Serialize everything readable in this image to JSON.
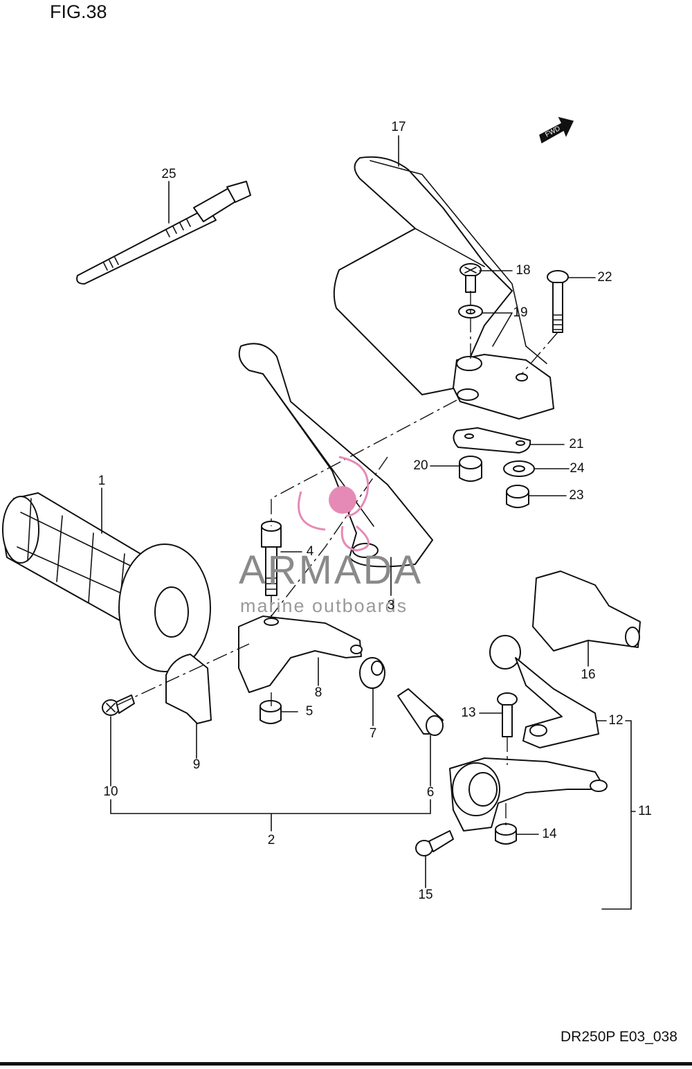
{
  "figure": {
    "title": "FIG.38",
    "code": "DR250P E03_038"
  },
  "watermark": {
    "brand": "ARMADA",
    "tagline": "marine outboards",
    "color": "#e58ab6"
  },
  "fwd_label": "FWD",
  "callouts": [
    "1",
    "2",
    "3",
    "4",
    "5",
    "6",
    "7",
    "8",
    "9",
    "10",
    "11",
    "12",
    "13",
    "14",
    "15",
    "16",
    "17",
    "18",
    "19",
    "20",
    "21",
    "22",
    "23",
    "24",
    "25"
  ]
}
